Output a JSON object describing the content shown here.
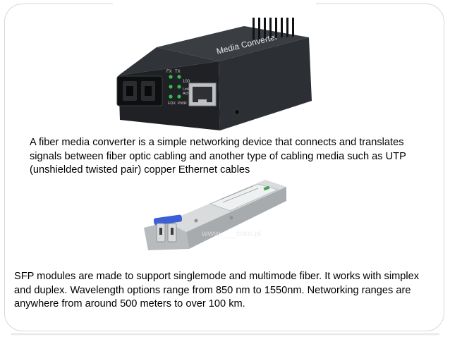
{
  "slide": {
    "caption_1": "A fiber media converter is a simple networking device that connects and translates signals between fiber optic cabling and another type of cabling media such as UTP (unshielded twisted pair) copper Ethernet cables",
    "caption_2": "SFP modules are made to support singlemode and multimode fiber. It works with simplex and duplex. Wavelength options range from 850 nm to 1550nm. Networking ranges are anywhere from around 500 meters to over 100 km."
  },
  "media_converter": {
    "brand_text": "Media Converter",
    "led_labels": [
      "FX",
      "TX",
      "100",
      "Link",
      "Act",
      "FDX",
      "PWR"
    ]
  },
  "sfp_module": {
    "watermark": "www.___com.pl"
  },
  "colors": {
    "frame": "#d7d7d7",
    "device_body": "#26282b",
    "sfp_metal": "#c9cbcc",
    "sfp_latch": "#3a5fd6"
  }
}
